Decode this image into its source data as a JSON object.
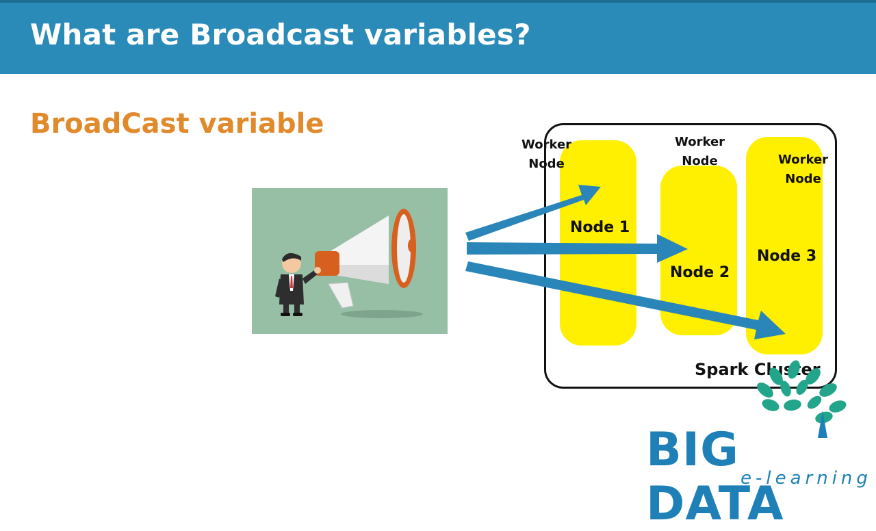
{
  "header": {
    "title": "What are Broadcast variables?"
  },
  "subtitle": "BroadCast variable",
  "diagram": {
    "cluster_label": "Spark Cluster",
    "nodes": [
      {
        "label": "Node 1",
        "worker": [
          "Worker",
          "Node"
        ]
      },
      {
        "label": "Node 2",
        "worker": [
          "Worker",
          "Node"
        ]
      },
      {
        "label": "Node 3",
        "worker": [
          "Worker",
          "Node"
        ]
      }
    ]
  },
  "logo": {
    "main": "BIG DATA",
    "sub": "e-learning"
  },
  "colors": {
    "header": "#2a8bb8",
    "subtitle": "#e08a2c",
    "node": "#ffef00",
    "arrow": "#2a86b8",
    "logo": "#1e80b6",
    "leaf": "#22a58a"
  }
}
